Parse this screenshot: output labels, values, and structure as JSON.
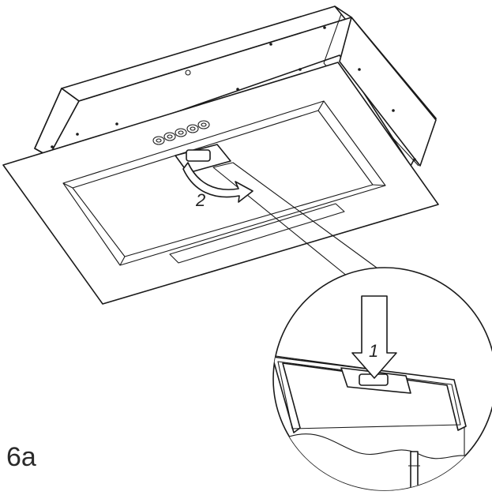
{
  "figure": {
    "label": "6a",
    "steps": [
      {
        "number": "1"
      },
      {
        "number": "2"
      }
    ]
  }
}
